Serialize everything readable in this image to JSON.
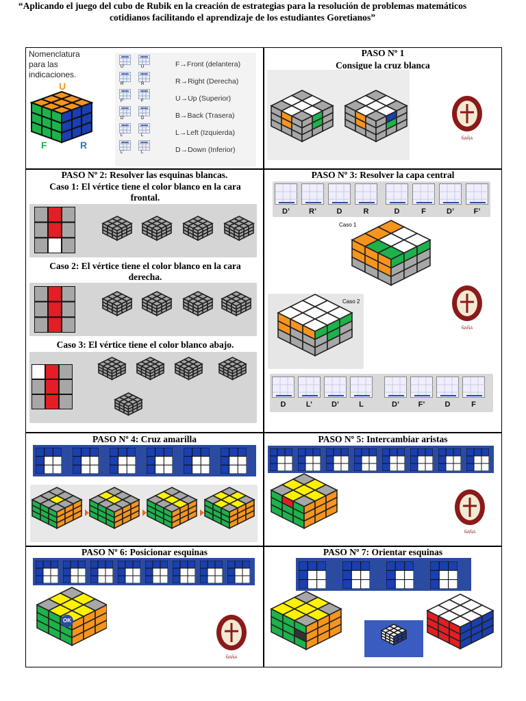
{
  "title": "“Aplicando el juego del cubo de Rubik en la creación de estrategias para la resolución de problemas matemáticos cotidianos facilitando el aprendizaje de los estudiantes Goretianos”",
  "nomenclature": {
    "heading_lines": [
      "Nomenclatura",
      "para las",
      "indicaciones."
    ],
    "face_u": "U",
    "face_f": "F",
    "face_r": "R",
    "items": [
      {
        "code": "F",
        "arrow": "→",
        "text": "Front (delantera)",
        "icon1": "U'",
        "icon2": "U"
      },
      {
        "code": "R",
        "arrow": "→",
        "text": "Right (Derecha)",
        "icon1": "R'",
        "icon2": "R"
      },
      {
        "code": "U",
        "arrow": "→",
        "text": "Up (Superior)",
        "icon1": "F'",
        "icon2": "F"
      },
      {
        "code": "B",
        "arrow": "→",
        "text": "Back (Trasera)",
        "icon1": "D'",
        "icon2": "D"
      },
      {
        "code": "L",
        "arrow": "→",
        "text": "Left (Izquierda)",
        "icon1": "L'",
        "icon2": "L"
      },
      {
        "code": "D",
        "arrow": "→",
        "text": "Down (Inferior)",
        "icon1": "L'",
        "icon2": "L"
      }
    ]
  },
  "paso1": {
    "title": "PASO Nº 1",
    "subtitle": "Consigue la cruz blanca",
    "check": "✓",
    "cross": "✕"
  },
  "paso2": {
    "title": "PASO Nº 2: Resolver las esquinas blancas.",
    "caso1": "Caso 1: El vértice tiene el color blanco en la cara frontal.",
    "caso2": "Caso 2: El vértice tiene el color blanco en la cara derecha.",
    "caso3": "Caso 3: El vértice tiene el color blanco abajo."
  },
  "paso3": {
    "title": "PASO Nº 3: Resolver la capa central",
    "moves_top": [
      "D’",
      "R’",
      "D",
      "R",
      "D",
      "F",
      "D’",
      "F’"
    ],
    "caso1": "Caso 1",
    "caso2": "Caso 2",
    "moves_bottom": [
      "D",
      "L’",
      "D’",
      "L",
      "D’",
      "F’",
      "D",
      "F"
    ]
  },
  "paso4": {
    "title": "PASO Nº 4:   Cruz amarilla"
  },
  "paso5": {
    "title": "PASO Nº 5:  Intercambiar aristas"
  },
  "paso6": {
    "title": "PASO Nº 6:  Posicionar esquinas",
    "ok": "OK"
  },
  "paso7": {
    "title": "PASO Nº 7:      Orientar esquinas"
  },
  "logo": {
    "caption": "ÑAÑA"
  },
  "colors": {
    "orange": "#f7941d",
    "green": "#1db24b",
    "white": "#ffffff",
    "gray": "#a7a7a7",
    "yellow": "#fff200",
    "red": "#e31e24",
    "blue": "#1a3fb0",
    "maroon": "#8b1a1a",
    "panel_blue": "#2b4ba1"
  }
}
